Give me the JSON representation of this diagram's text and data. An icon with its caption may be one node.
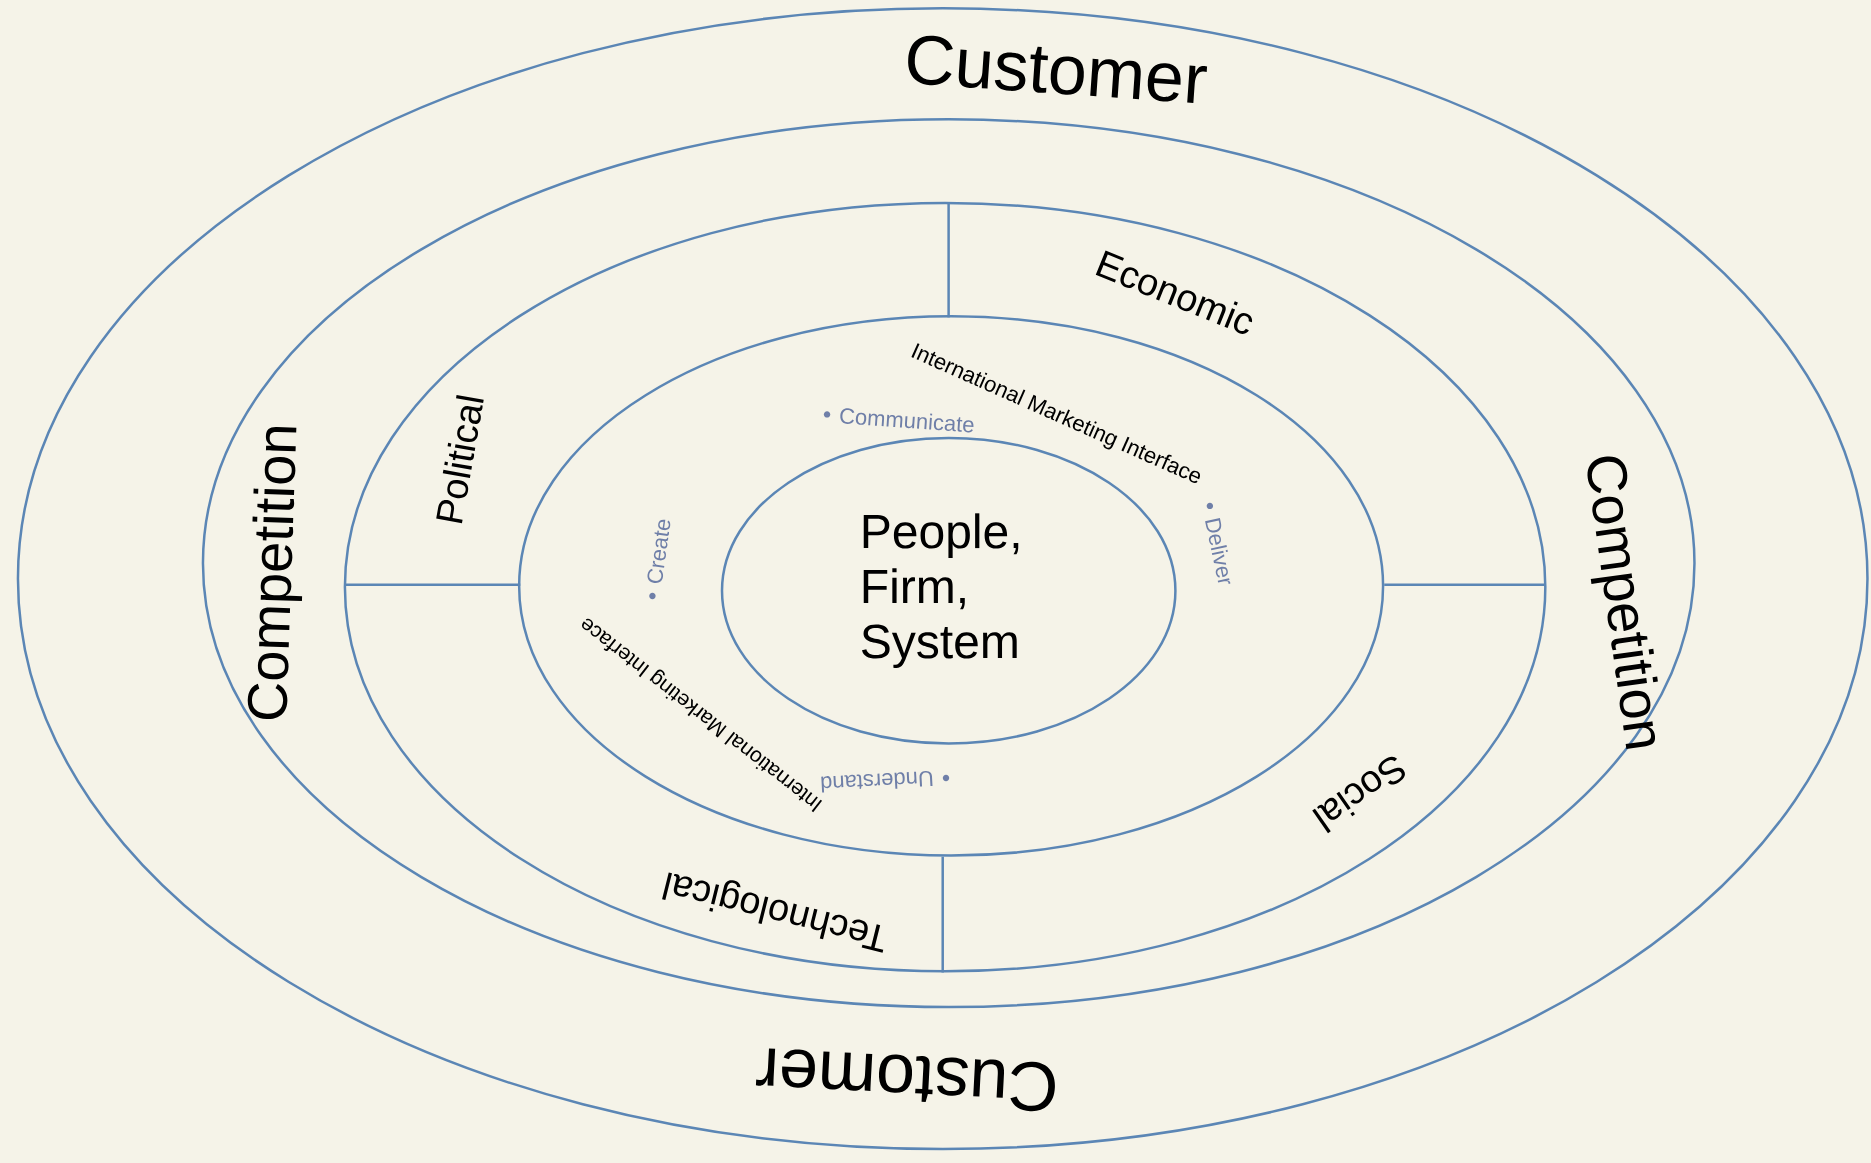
{
  "diagram": {
    "nodes": [
      {
        "text": [
          "Customer",
          "Customer"
        ]
      },
      {
        "text": [
          "Competition",
          "Competition"
        ],
        "in": 0
      },
      {
        "text": [
          "Economic",
          "Political",
          "Social",
          "Technological"
        ],
        "in": 1
      },
      {
        "text": [
          "International Marketing Interface",
          "Communicate",
          "Deliver",
          "Create",
          "Understand",
          "International Marketing Interface"
        ],
        "in": 2
      },
      {
        "text": [
          "People, Firm, System"
        ],
        "in": 3
      }
    ]
  }
}
